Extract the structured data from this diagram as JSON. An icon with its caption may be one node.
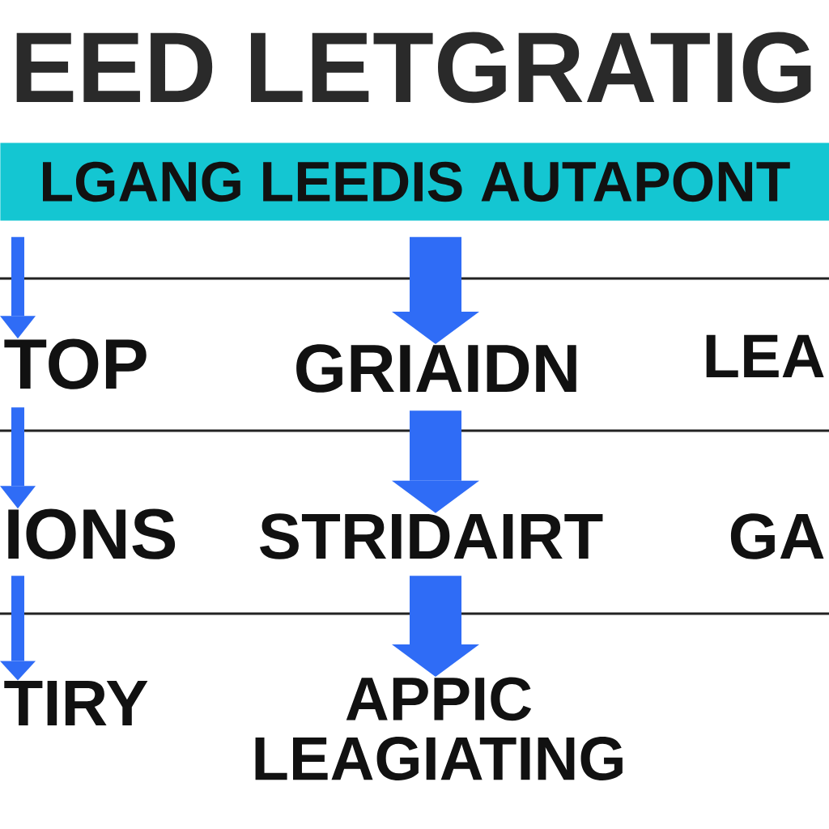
{
  "diagram": {
    "title": "EED LETGRATIG",
    "nodes": [
      {
        "text": [
          "LGANG LEEDIS AUTAPONT"
        ]
      },
      {
        "text": [
          "TOP"
        ]
      },
      {
        "text": [
          "GRIAIDN"
        ]
      },
      {
        "text": [
          "LEA"
        ]
      },
      {
        "text": [
          "IONS"
        ]
      },
      {
        "text": [
          "STRIDAIRT"
        ]
      },
      {
        "text": [
          "GA"
        ]
      },
      {
        "text": [
          "TIRY"
        ]
      },
      {
        "text": [
          "APPIC LEAGIATING"
        ]
      }
    ],
    "edges": [
      {
        "from": 0,
        "to": 1,
        "arrow": "to"
      },
      {
        "from": 0,
        "to": 2,
        "arrow": "to",
        "style": "thick"
      },
      {
        "from": 1,
        "to": 4,
        "arrow": "to"
      },
      {
        "from": 2,
        "to": 5,
        "arrow": "to",
        "style": "thick"
      },
      {
        "from": 4,
        "to": 7,
        "arrow": "to"
      },
      {
        "from": 5,
        "to": 8,
        "arrow": "to",
        "style": "thick"
      }
    ]
  }
}
